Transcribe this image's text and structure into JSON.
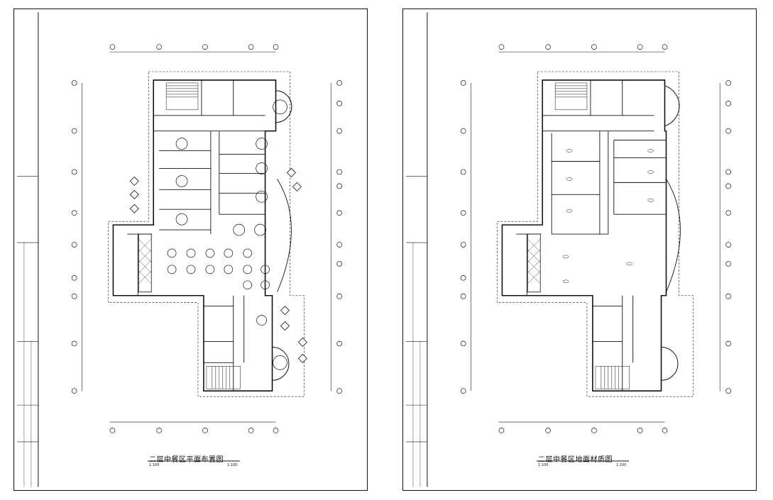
{
  "sheets": [
    {
      "title": "二层中餐区平面布置图",
      "scale_left": "1:100",
      "scale_right": "1:100"
    },
    {
      "title": "二层中餐区地面材质图",
      "scale_left": "1:100",
      "scale_right": "1:100"
    }
  ],
  "colors": {
    "line": "#111111",
    "paper": "#ffffff"
  }
}
